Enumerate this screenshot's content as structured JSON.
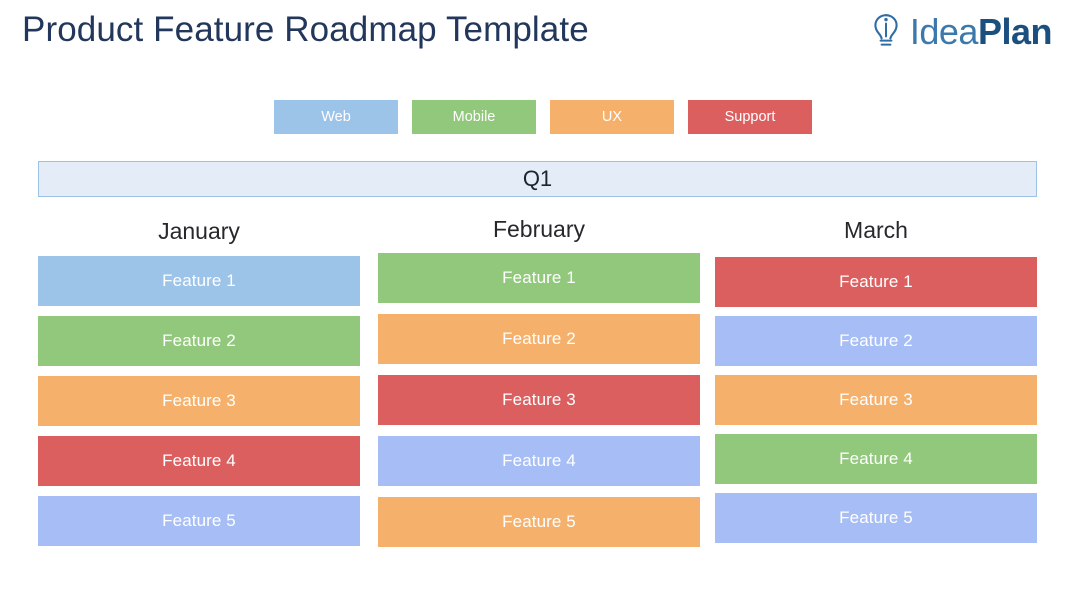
{
  "header": {
    "title": "Product Feature Roadmap Template",
    "logo": {
      "icon": "lightbulb-icon",
      "text_light": "Idea",
      "text_bold": "Plan"
    }
  },
  "palette": {
    "web": "#9cc3e8",
    "mobile": "#91c87b",
    "ux": "#f5b16b",
    "support": "#dc5f60",
    "periwinkle": "#a6bdf5",
    "quarter_fill": "#e4ecf7",
    "quarter_border": "#9cc3e5",
    "title_color": "#22375b",
    "month_color": "#28282c"
  },
  "legend": {
    "items": [
      {
        "label": "Web",
        "color": "#9cc3e8"
      },
      {
        "label": "Mobile",
        "color": "#91c87b"
      },
      {
        "label": "UX",
        "color": "#f5b16b"
      },
      {
        "label": "Support",
        "color": "#dc5f60"
      }
    ]
  },
  "quarter": {
    "label": "Q1"
  },
  "columns": [
    {
      "month": "January",
      "features": [
        {
          "label": "Feature 1",
          "color": "#9cc3e8",
          "category": "Web"
        },
        {
          "label": "Feature 2",
          "color": "#91c87b",
          "category": "Mobile"
        },
        {
          "label": "Feature 3",
          "color": "#f5b16b",
          "category": "UX"
        },
        {
          "label": "Feature 4",
          "color": "#dc5f60",
          "category": "Support"
        },
        {
          "label": "Feature 5",
          "color": "#a6bdf5",
          "category": "Web"
        }
      ]
    },
    {
      "month": "February",
      "features": [
        {
          "label": "Feature 1",
          "color": "#91c87b",
          "category": "Mobile"
        },
        {
          "label": "Feature 2",
          "color": "#f5b16b",
          "category": "UX"
        },
        {
          "label": "Feature 3",
          "color": "#dc5f60",
          "category": "Support"
        },
        {
          "label": "Feature 4",
          "color": "#a6bdf5",
          "category": "Web"
        },
        {
          "label": "Feature 5",
          "color": "#f5b16b",
          "category": "UX"
        }
      ]
    },
    {
      "month": "March",
      "features": [
        {
          "label": "Feature 1",
          "color": "#dc5f60",
          "category": "Support"
        },
        {
          "label": "Feature 2",
          "color": "#a6bdf5",
          "category": "Web"
        },
        {
          "label": "Feature 3",
          "color": "#f5b16b",
          "category": "UX"
        },
        {
          "label": "Feature 4",
          "color": "#91c87b",
          "category": "Mobile"
        },
        {
          "label": "Feature 5",
          "color": "#a6bdf5",
          "category": "Web"
        }
      ]
    }
  ]
}
